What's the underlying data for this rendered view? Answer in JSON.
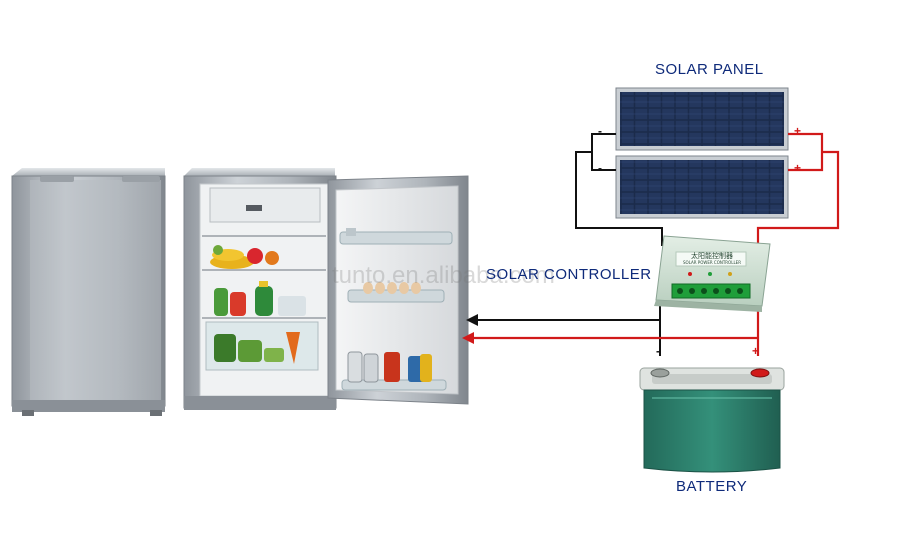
{
  "labels": {
    "solar_panel": "SOLAR PANEL",
    "solar_controller": "SOLAR CONTROLLER",
    "battery": "BATTERY"
  },
  "controller_plate": {
    "line1": "太阳能控制器",
    "line2": "SOLAR POWER CONTROLLER"
  },
  "terminals": {
    "negative": "-",
    "positive": "+"
  },
  "watermark": "tunto.en.alibaba.com",
  "colors": {
    "label_text": "#0e2a7a",
    "positive_wire": "#d11a1a",
    "negative_wire": "#111111",
    "battery_body": "#2e7d6b",
    "battery_lid": "#dfe3e0",
    "controller_body": "#cfe0d2",
    "terminal_green": "#1f9e3a",
    "panel_cell": "#1d2c4a",
    "fridge_silver": "#b9bec4"
  },
  "icons": {
    "solar_panel": "solar-panel-icon",
    "controller": "charge-controller-icon",
    "battery": "battery-icon",
    "fridge": "refrigerator-icon"
  }
}
